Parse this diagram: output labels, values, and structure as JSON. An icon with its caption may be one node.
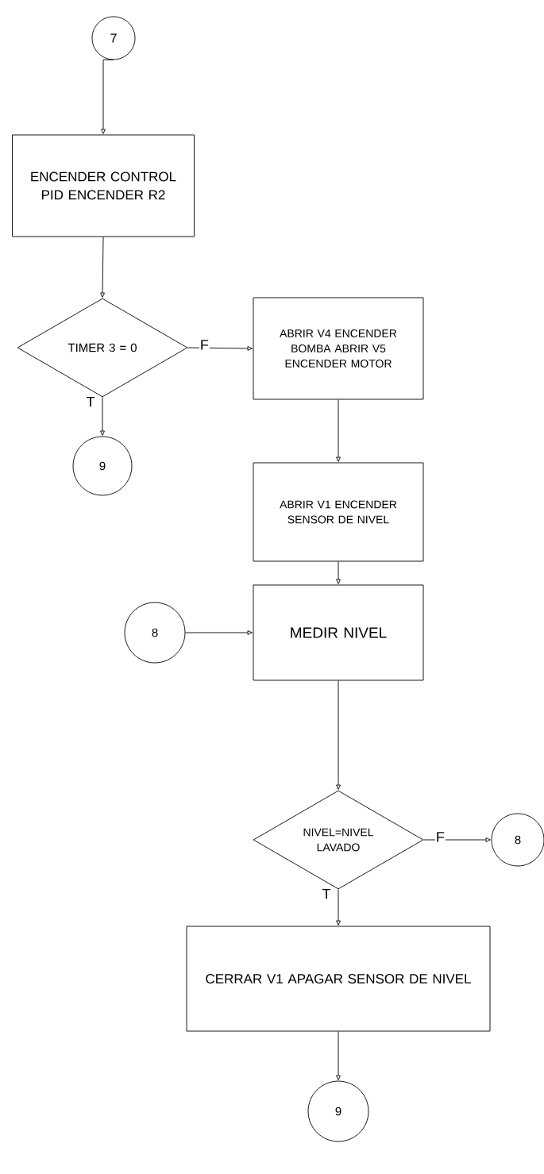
{
  "diagram": {
    "nodes": [
      {
        "text": [
          "7"
        ]
      },
      {
        "text": [
          "ENCENDER CONTROL PID ENCENDER R2"
        ]
      },
      {
        "text": [
          "TIMER 3 = 0"
        ]
      },
      {
        "text": [
          "ABRIR V4 ENCENDER BOMBA ABRIR V5 ENCENDER MOTOR"
        ]
      },
      {
        "text": [
          "9"
        ]
      },
      {
        "text": [
          "ABRIR V1 ENCENDER SENSOR DE NIVEL"
        ]
      },
      {
        "text": [
          "8"
        ]
      },
      {
        "text": [
          "MEDIR NIVEL"
        ]
      },
      {
        "text": [
          "NIVEL=NIVEL LAVADO"
        ]
      },
      {
        "text": [
          "8"
        ]
      },
      {
        "text": [
          "CERRAR V1 APAGAR SENSOR DE NIVEL"
        ]
      },
      {
        "text": [
          "9"
        ]
      }
    ],
    "edges": [
      {
        "from": 0,
        "to": 1,
        "arrow": "to"
      },
      {
        "from": 1,
        "to": 2,
        "arrow": "to"
      },
      {
        "from": 2,
        "to": 3,
        "arrow": "to",
        "label": "F"
      },
      {
        "from": 2,
        "to": 4,
        "arrow": "to",
        "label": "T"
      },
      {
        "from": 3,
        "to": 5,
        "arrow": "to"
      },
      {
        "from": 5,
        "to": 7,
        "arrow": "to"
      },
      {
        "from": 6,
        "to": 7,
        "arrow": "to"
      },
      {
        "from": 7,
        "to": 8,
        "arrow": "to"
      },
      {
        "from": 8,
        "to": 9,
        "arrow": "to",
        "label": "F"
      },
      {
        "from": 8,
        "to": 10,
        "arrow": "to",
        "label": "T"
      },
      {
        "from": 10,
        "to": 11,
        "arrow": "to"
      }
    ]
  }
}
